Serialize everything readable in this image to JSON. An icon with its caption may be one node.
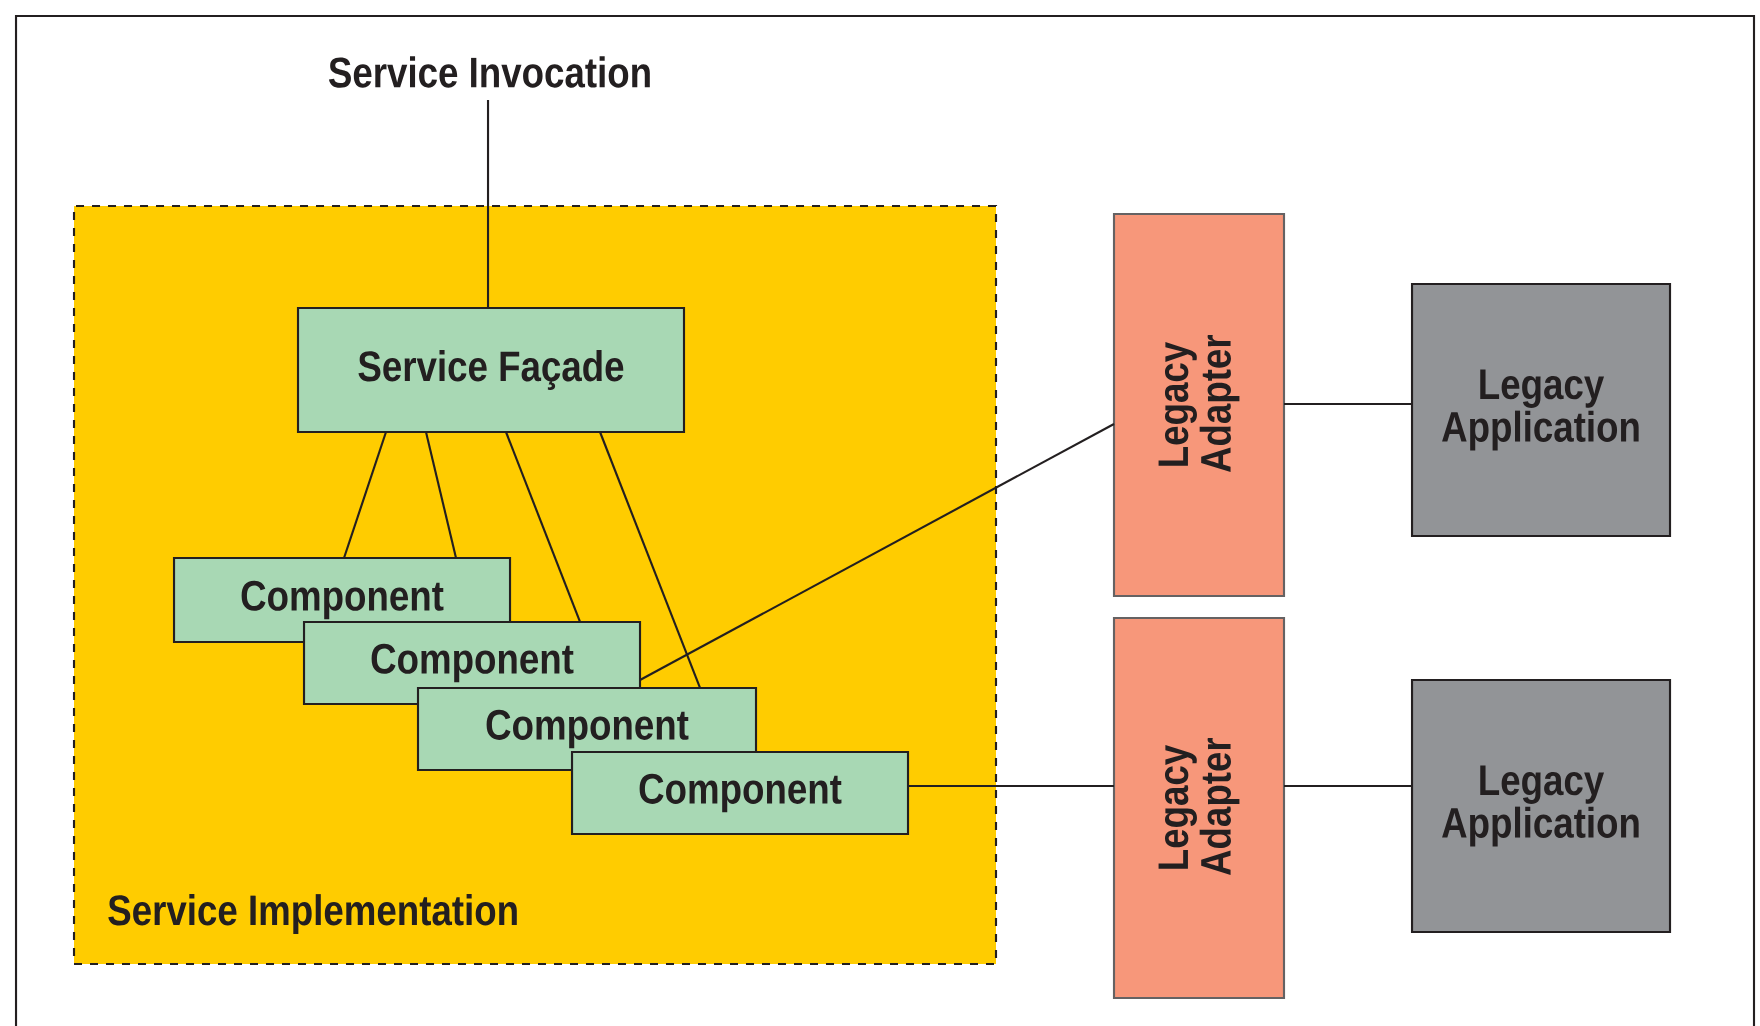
{
  "diagram": {
    "nodes": [
      {
        "text": [
          "Service Invocation"
        ]
      },
      {
        "text": [
          "Service Implementation"
        ]
      },
      {
        "text": [
          "Service Façade"
        ],
        "in": 1
      },
      {
        "text": [
          "Component"
        ],
        "in": 1
      },
      {
        "text": [
          "Component"
        ],
        "in": 1
      },
      {
        "text": [
          "Component"
        ],
        "in": 1
      },
      {
        "text": [
          "Component"
        ],
        "in": 1
      },
      {
        "text": [
          "Legacy Adapter"
        ]
      },
      {
        "text": [
          "Legacy Application"
        ]
      },
      {
        "text": [
          "Legacy Adapter"
        ]
      },
      {
        "text": [
          "Legacy Application"
        ]
      }
    ],
    "edges": [
      {
        "from": 0,
        "to": 2,
        "arrow": "none"
      },
      {
        "from": 2,
        "to": 3,
        "arrow": "none"
      },
      {
        "from": 2,
        "to": 3,
        "arrow": "none"
      },
      {
        "from": 2,
        "to": 4,
        "arrow": "none"
      },
      {
        "from": 2,
        "to": 5,
        "arrow": "none"
      },
      {
        "from": 4,
        "to": 7,
        "arrow": "none"
      },
      {
        "from": 6,
        "to": 9,
        "arrow": "none"
      },
      {
        "from": 7,
        "to": 8,
        "arrow": "none"
      },
      {
        "from": 9,
        "to": 10,
        "arrow": "none"
      }
    ]
  }
}
